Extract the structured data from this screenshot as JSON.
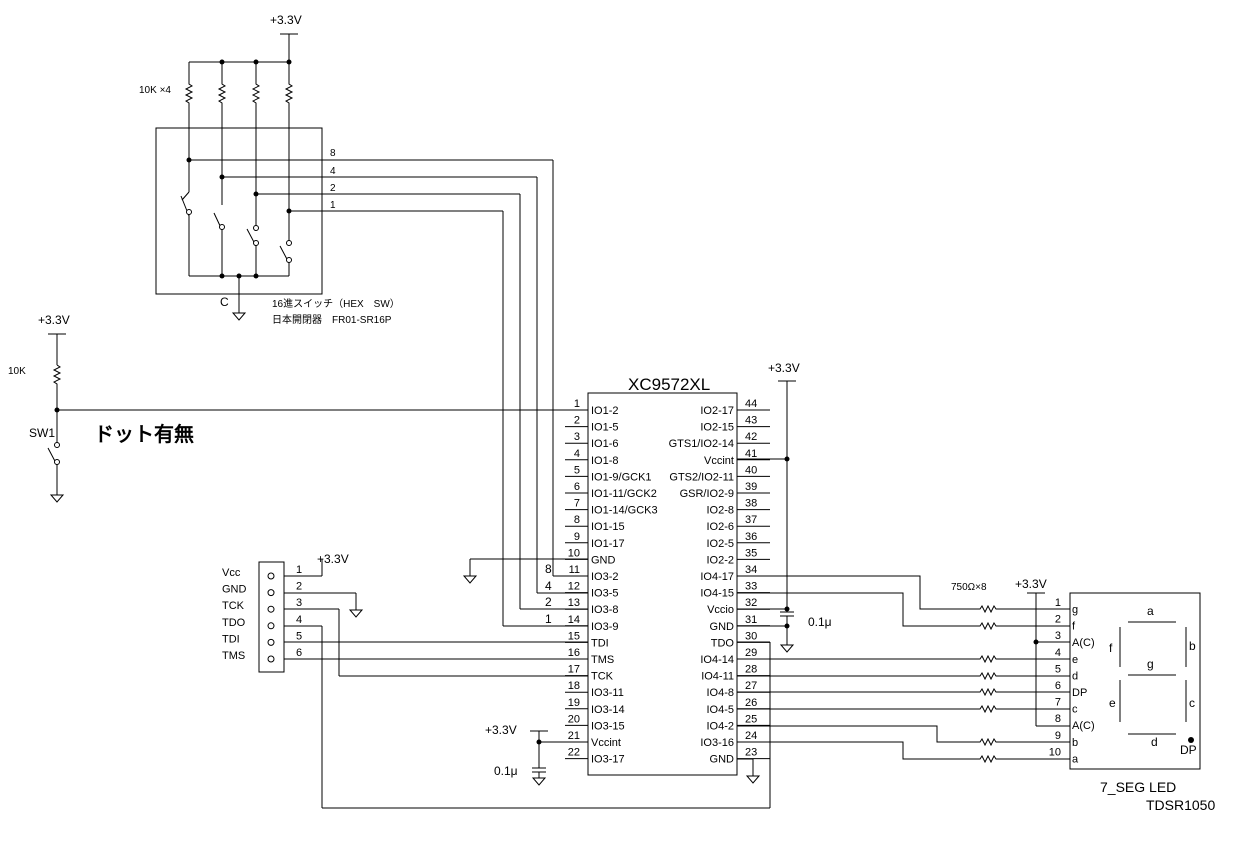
{
  "ic": {
    "name": "XC9572XL",
    "left_pins": [
      {
        "num": "1",
        "label": "IO1-2"
      },
      {
        "num": "2",
        "label": "IO1-5"
      },
      {
        "num": "3",
        "label": "IO1-6"
      },
      {
        "num": "4",
        "label": "IO1-8"
      },
      {
        "num": "5",
        "label": "IO1-9/GCK1"
      },
      {
        "num": "6",
        "label": "IO1-11/GCK2"
      },
      {
        "num": "7",
        "label": "IO1-14/GCK3"
      },
      {
        "num": "8",
        "label": "IO1-15"
      },
      {
        "num": "9",
        "label": "IO1-17"
      },
      {
        "num": "10",
        "label": "GND"
      },
      {
        "num": "11",
        "label": "IO3-2"
      },
      {
        "num": "12",
        "label": "IO3-5"
      },
      {
        "num": "13",
        "label": "IO3-8"
      },
      {
        "num": "14",
        "label": "IO3-9"
      },
      {
        "num": "15",
        "label": "TDI"
      },
      {
        "num": "16",
        "label": "TMS"
      },
      {
        "num": "17",
        "label": "TCK"
      },
      {
        "num": "18",
        "label": "IO3-11"
      },
      {
        "num": "19",
        "label": "IO3-14"
      },
      {
        "num": "20",
        "label": "IO3-15"
      },
      {
        "num": "21",
        "label": "Vccint"
      },
      {
        "num": "22",
        "label": "IO3-17"
      }
    ],
    "right_pins": [
      {
        "num": "44",
        "label": "IO2-17"
      },
      {
        "num": "43",
        "label": "IO2-15"
      },
      {
        "num": "42",
        "label": "GTS1/IO2-14"
      },
      {
        "num": "41",
        "label": "Vccint"
      },
      {
        "num": "40",
        "label": "GTS2/IO2-11"
      },
      {
        "num": "39",
        "label": "GSR/IO2-9"
      },
      {
        "num": "38",
        "label": "IO2-8"
      },
      {
        "num": "37",
        "label": "IO2-6"
      },
      {
        "num": "36",
        "label": "IO2-5"
      },
      {
        "num": "35",
        "label": "IO2-2"
      },
      {
        "num": "34",
        "label": "IO4-17"
      },
      {
        "num": "33",
        "label": "IO4-15"
      },
      {
        "num": "32",
        "label": "Vccio"
      },
      {
        "num": "31",
        "label": "GND"
      },
      {
        "num": "30",
        "label": "TDO"
      },
      {
        "num": "29",
        "label": "IO4-14"
      },
      {
        "num": "28",
        "label": "IO4-11"
      },
      {
        "num": "27",
        "label": "IO4-8"
      },
      {
        "num": "26",
        "label": "IO4-5"
      },
      {
        "num": "25",
        "label": "IO4-2"
      },
      {
        "num": "24",
        "label": "IO3-16"
      },
      {
        "num": "23",
        "label": "GND"
      }
    ]
  },
  "power": {
    "top": "+3.3V",
    "sw1": "+3.3V",
    "ic": "+3.3V",
    "jtag": "+3.3V",
    "vccint": "+3.3V",
    "led": "+3.3V"
  },
  "caps": {
    "c1": "0.1μ",
    "c2": "0.1μ"
  },
  "hex_switch": {
    "resistor_label": "10K ×4",
    "pin_labels": [
      "8",
      "4",
      "2",
      "1"
    ],
    "common_label": "C",
    "name": "16進スイッチ（HEX　SW）",
    "maker": "日本開閉器　FR01-SR16P"
  },
  "sw1": {
    "resistor": "10K",
    "name": "SW1",
    "caption": "ドット有無"
  },
  "jtag": {
    "signals": [
      "Vcc",
      "GND",
      "TCK",
      "TDO",
      "TDI",
      "TMS"
    ],
    "pins": [
      "1",
      "2",
      "3",
      "4",
      "5",
      "6"
    ]
  },
  "ic_wire_pins": [
    "8",
    "4",
    "2",
    "1"
  ],
  "led": {
    "resistor_label": "750Ω×8",
    "pins": [
      {
        "num": "1",
        "label": "g"
      },
      {
        "num": "2",
        "label": "f"
      },
      {
        "num": "3",
        "label": "A(C)"
      },
      {
        "num": "4",
        "label": "e"
      },
      {
        "num": "5",
        "label": "d"
      },
      {
        "num": "6",
        "label": "DP"
      },
      {
        "num": "7",
        "label": "c"
      },
      {
        "num": "8",
        "label": "A(C)"
      },
      {
        "num": "9",
        "label": "b"
      },
      {
        "num": "10",
        "label": "a"
      }
    ],
    "segments": {
      "a": "a",
      "b": "b",
      "c": "c",
      "d": "d",
      "e": "e",
      "f": "f",
      "g": "g",
      "dp": "DP"
    },
    "name": "7_SEG LED",
    "part": "TDSR1050"
  }
}
